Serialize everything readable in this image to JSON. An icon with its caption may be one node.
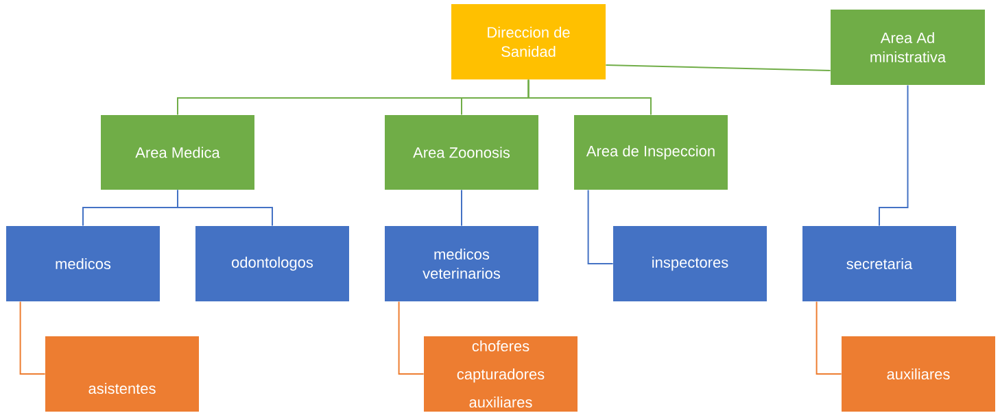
{
  "diagram": {
    "nodes": [
      {
        "text": [
          "Direccion de Sanidad"
        ]
      },
      {
        "text": [
          "Area Ad ministrativa"
        ]
      },
      {
        "text": [
          "Area Medica"
        ]
      },
      {
        "text": [
          "Area Zoonosis"
        ]
      },
      {
        "text": [
          "Area de Inspeccion"
        ]
      },
      {
        "text": [
          "medicos"
        ]
      },
      {
        "text": [
          "odontologos"
        ]
      },
      {
        "text": [
          "medicos veterinarios"
        ]
      },
      {
        "text": [
          "inspectores"
        ]
      },
      {
        "text": [
          "secretaria"
        ]
      },
      {
        "text": [
          "asistentes"
        ]
      },
      {
        "text": [
          "choferes",
          "capturadores",
          "auxiliares"
        ]
      },
      {
        "text": [
          "auxiliares"
        ]
      }
    ],
    "edges": [
      {
        "from": 0,
        "to": 1,
        "arrow": "none",
        "color": "#70ad47"
      },
      {
        "from": 0,
        "to": 2,
        "arrow": "none",
        "color": "#70ad47"
      },
      {
        "from": 0,
        "to": 3,
        "arrow": "none",
        "color": "#70ad47"
      },
      {
        "from": 0,
        "to": 4,
        "arrow": "none",
        "color": "#70ad47"
      },
      {
        "from": 2,
        "to": 5,
        "arrow": "none"
      },
      {
        "from": 2,
        "to": 6,
        "arrow": "none"
      },
      {
        "from": 3,
        "to": 7,
        "arrow": "none"
      },
      {
        "from": 4,
        "to": 8,
        "arrow": "none"
      },
      {
        "from": 1,
        "to": 9,
        "arrow": "none"
      },
      {
        "from": 5,
        "to": 10,
        "arrow": "none",
        "color": "#ed7d31"
      },
      {
        "from": 7,
        "to": 11,
        "arrow": "none",
        "color": "#ed7d31"
      },
      {
        "from": 9,
        "to": 12,
        "arrow": "none",
        "color": "#ed7d31"
      }
    ]
  }
}
